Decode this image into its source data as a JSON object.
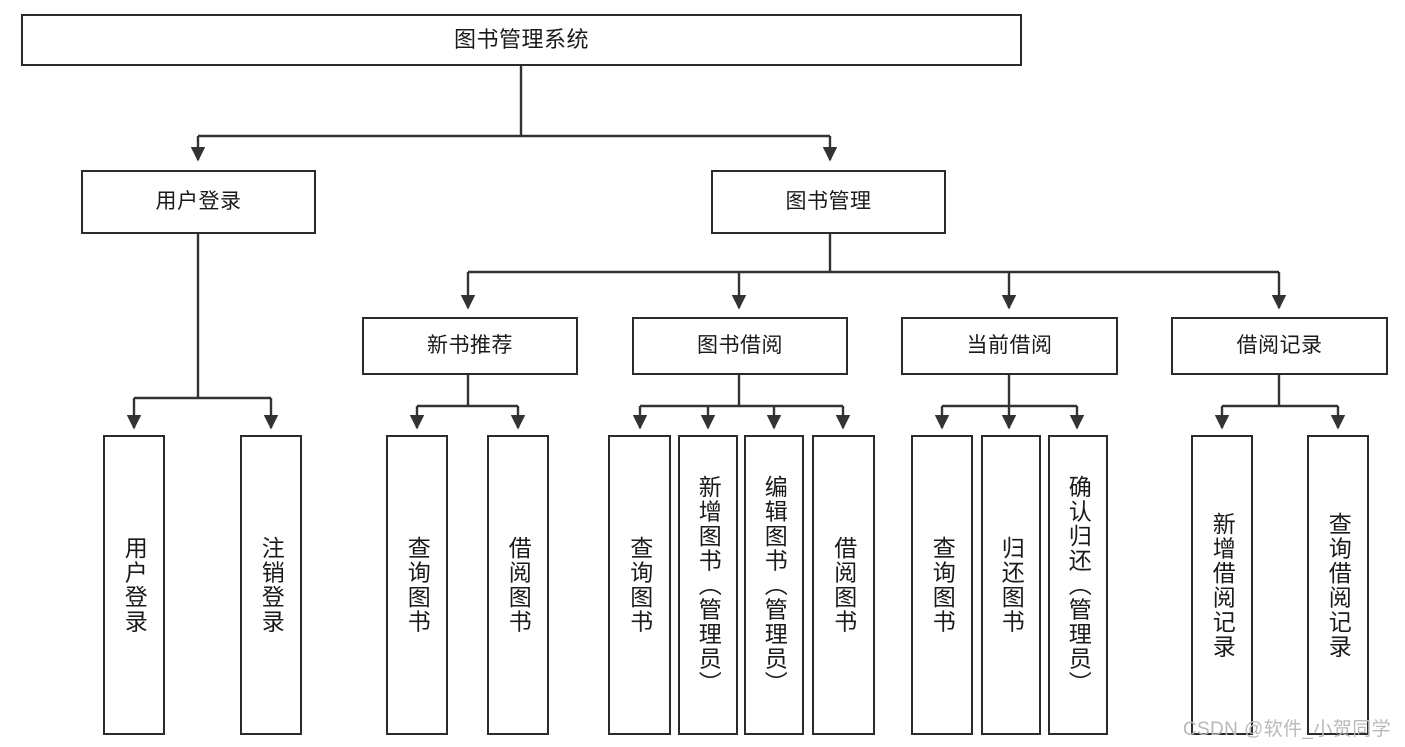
{
  "diagram": {
    "type": "tree",
    "title": "图书管理系统",
    "watermark": "CSDN @软件_小贺同学",
    "style": {
      "box_border_color": "#2b2b2b",
      "box_fill_color": "#ffffff",
      "edge_color": "#333333",
      "background_color": "#ffffff",
      "watermark_color": "#b9b9b9"
    },
    "nodes": {
      "root": {
        "label": "图书管理系统"
      },
      "level1": [
        {
          "id": "user-login",
          "label": "用户登录"
        },
        {
          "id": "book-manage",
          "label": "图书管理"
        }
      ],
      "level2": [
        {
          "id": "new-book-recommend",
          "label": "新书推荐"
        },
        {
          "id": "book-borrow",
          "label": "图书借阅"
        },
        {
          "id": "current-borrow",
          "label": "当前借阅"
        },
        {
          "id": "borrow-record",
          "label": "借阅记录"
        }
      ],
      "leaves": {
        "user_login": [
          {
            "id": "leaf-user-login",
            "label": "用户登录"
          },
          {
            "id": "leaf-logout-login",
            "label": "注销登录"
          }
        ],
        "new_book_recommend": [
          {
            "id": "leaf-query-book-1",
            "label": "查询图书"
          },
          {
            "id": "leaf-borrow-book-1",
            "label": "借阅图书"
          }
        ],
        "book_borrow": [
          {
            "id": "leaf-query-book-2",
            "label": "查询图书"
          },
          {
            "id": "leaf-add-book",
            "label": "新增图书（管理员）"
          },
          {
            "id": "leaf-edit-book",
            "label": "编辑图书（管理员）"
          },
          {
            "id": "leaf-borrow-book-2",
            "label": "借阅图书"
          }
        ],
        "current_borrow": [
          {
            "id": "leaf-query-book-3",
            "label": "查询图书"
          },
          {
            "id": "leaf-return-book",
            "label": "归还图书"
          },
          {
            "id": "leaf-confirm-return",
            "label": "确认归还（管理员）"
          }
        ],
        "borrow_record": [
          {
            "id": "leaf-add-record",
            "label": "新增借阅记录"
          },
          {
            "id": "leaf-query-record",
            "label": "查询借阅记录"
          }
        ]
      }
    },
    "edges": [
      {
        "from": "图书管理系统",
        "to": "用户登录"
      },
      {
        "from": "图书管理系统",
        "to": "图书管理"
      },
      {
        "from": "用户登录",
        "to": "用户登录"
      },
      {
        "from": "用户登录",
        "to": "注销登录"
      },
      {
        "from": "图书管理",
        "to": "新书推荐"
      },
      {
        "from": "图书管理",
        "to": "图书借阅"
      },
      {
        "from": "图书管理",
        "to": "当前借阅"
      },
      {
        "from": "图书管理",
        "to": "借阅记录"
      },
      {
        "from": "新书推荐",
        "to": "查询图书"
      },
      {
        "from": "新书推荐",
        "to": "借阅图书"
      },
      {
        "from": "图书借阅",
        "to": "查询图书"
      },
      {
        "from": "图书借阅",
        "to": "新增图书（管理员）"
      },
      {
        "from": "图书借阅",
        "to": "编辑图书（管理员）"
      },
      {
        "from": "图书借阅",
        "to": "借阅图书"
      },
      {
        "from": "当前借阅",
        "to": "查询图书"
      },
      {
        "from": "当前借阅",
        "to": "归还图书"
      },
      {
        "from": "当前借阅",
        "to": "确认归还（管理员）"
      },
      {
        "from": "借阅记录",
        "to": "新增借阅记录"
      },
      {
        "from": "借阅记录",
        "to": "查询借阅记录"
      }
    ]
  }
}
